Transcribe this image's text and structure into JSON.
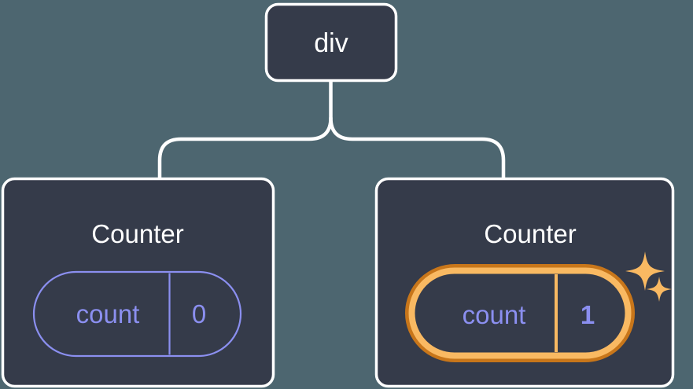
{
  "diagram": {
    "type": "component-tree",
    "title_text": "React component tree with highlighted state update",
    "background_color": "#4d6670",
    "node_fill": "#353b4a",
    "node_border": "#ffffff",
    "connector_color": "#ffffff",
    "accent_purple": "#8b8ff0",
    "highlight_outer": "#c8761a",
    "highlight_inner": "#f9b962",
    "sparkle_color": "#f9b962"
  },
  "root": {
    "label": "div"
  },
  "children": [
    {
      "title": "Counter",
      "state": {
        "key": "count",
        "value": "0"
      },
      "highlighted": false,
      "sparkles": false
    },
    {
      "title": "Counter",
      "state": {
        "key": "count",
        "value": "1"
      },
      "highlighted": true,
      "sparkles": true
    }
  ],
  "icons": {
    "sparkle_large": "sparkle-icon",
    "sparkle_small": "sparkle-icon"
  }
}
